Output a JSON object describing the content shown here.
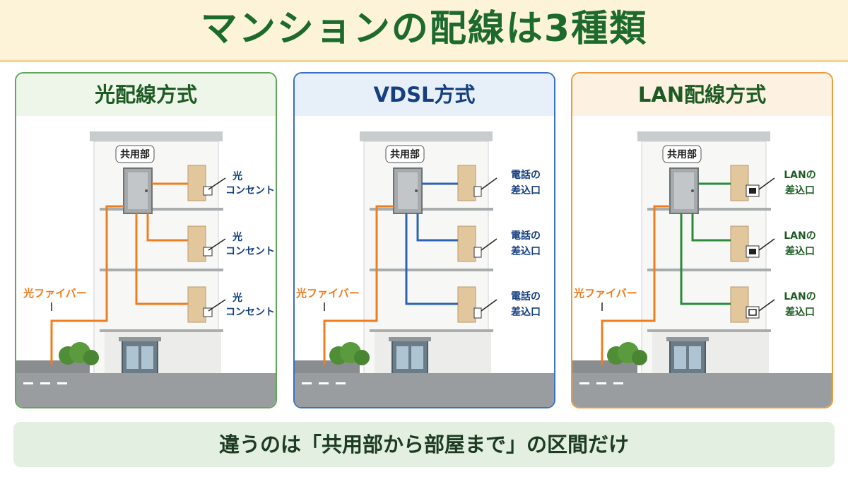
{
  "title": "マンションの配線は3種類",
  "footer": "違うのは「共用部から部屋まで」の区間だけ",
  "colors": {
    "fiber": "#f07d1e",
    "vdsl": "#2c63b5",
    "lan": "#2a8a3a"
  },
  "panels": [
    {
      "heading": "光配線方式",
      "common_area": "共用部",
      "outside_label": "光ファイバー",
      "outlet": {
        "line1": "光",
        "line2": "コンセント"
      },
      "outlet_icon": "fiber-outlet-icon"
    },
    {
      "heading": "VDSL方式",
      "common_area": "共用部",
      "outside_label": "光ファイバー",
      "outlet": {
        "line1": "電話の",
        "line2": "差込口"
      },
      "outlet_icon": "phone-jack-icon"
    },
    {
      "heading": "LAN配線方式",
      "common_area": "共用部",
      "outside_label": "光ファイバー",
      "outlet": {
        "line1": "LANの",
        "line2": "差込口"
      },
      "outlet_icon": "lan-port-icon"
    }
  ]
}
